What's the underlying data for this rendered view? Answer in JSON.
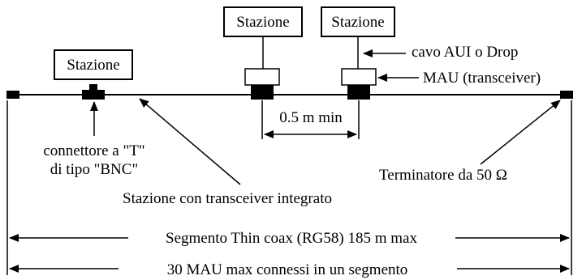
{
  "stations": {
    "left": "Stazione",
    "middle": "Stazione",
    "right": "Stazione"
  },
  "labels": {
    "aui_cable": "cavo AUI o Drop",
    "mau": "MAU (transceiver)",
    "distance_min": "0.5 m min",
    "bnc_line1": "connettore a \"T\"",
    "bnc_line2": "di tipo \"BNC\"",
    "terminator": "Terminatore da 50 Ω",
    "integrated": "Stazione con transceiver integrato",
    "segment_length": "Segmento Thin coax (RG58) 185 m max",
    "max_mau": "30 MAU max connessi in un segmento"
  }
}
